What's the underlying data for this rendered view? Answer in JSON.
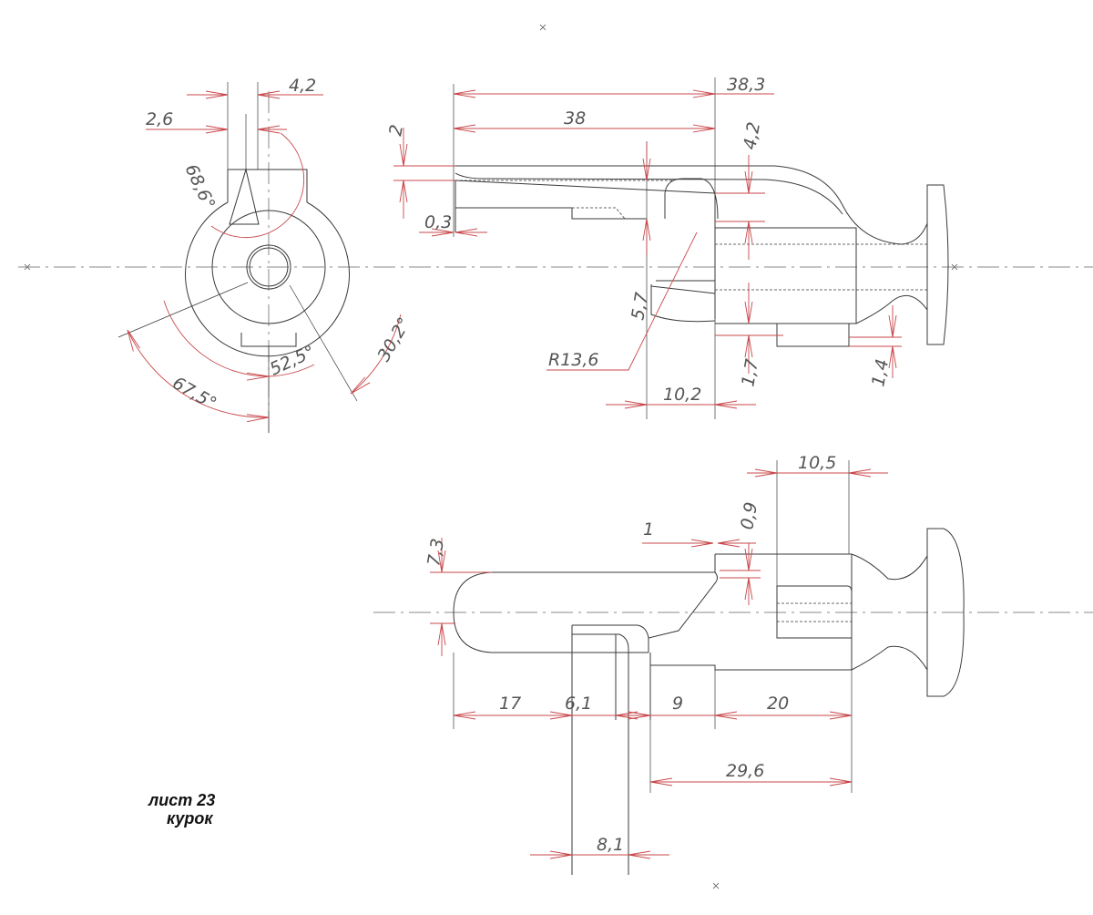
{
  "title_block": {
    "sheet": "лист 23",
    "part_name": "курок"
  },
  "colors": {
    "outline": "#3a3a3a",
    "dimension": "#c8474a",
    "text": "#555555"
  },
  "end_view": {
    "dims": {
      "width_top": "4,2",
      "offset": "2,6",
      "angle_slot": "68,6°",
      "angle_a": "52,5°",
      "angle_b": "30,2°",
      "angle_c": "67,5°"
    }
  },
  "side_view": {
    "dims": {
      "overall": "38,3",
      "arm_length": "38",
      "arm_thickness": "2",
      "taper": "0,3",
      "step_height": "4,2",
      "gap": "5,7",
      "radius": "R13,6",
      "nose_length": "10,2",
      "lug_offset": "1,7",
      "lug_height": "1,4"
    }
  },
  "top_view": {
    "dims": {
      "barrel_slot": "10,5",
      "shoulder": "0,9",
      "chamfer": "1",
      "rod_width": "7,3",
      "rod_length": "17",
      "slot_width": "6,1",
      "step": "9",
      "barrel_length": "20",
      "body_length": "29,6",
      "slot_offset": "8,1"
    }
  }
}
